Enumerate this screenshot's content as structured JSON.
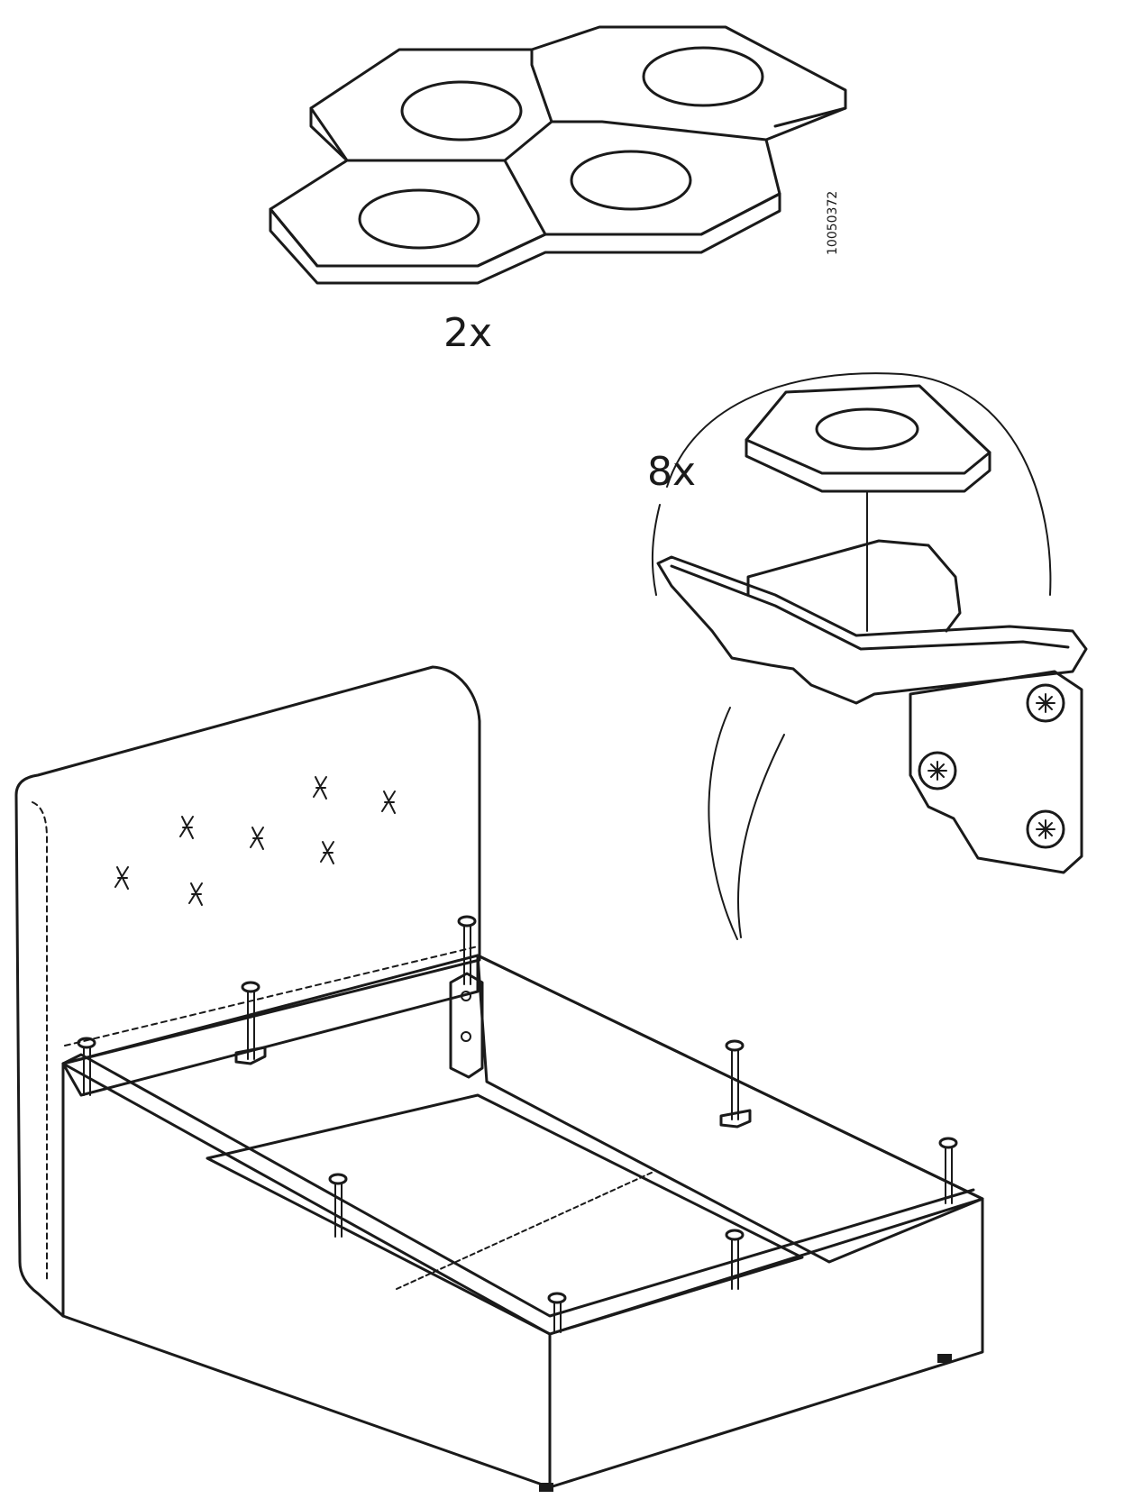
{
  "labels": {
    "pad_sheet_qty": "2x",
    "pad_qty": "8x",
    "article_number": "10050372"
  },
  "colors": {
    "line": "#1a1a1a",
    "fabric": "#dcdcdc",
    "panel": "#c8c8c8",
    "background": "#ffffff"
  }
}
